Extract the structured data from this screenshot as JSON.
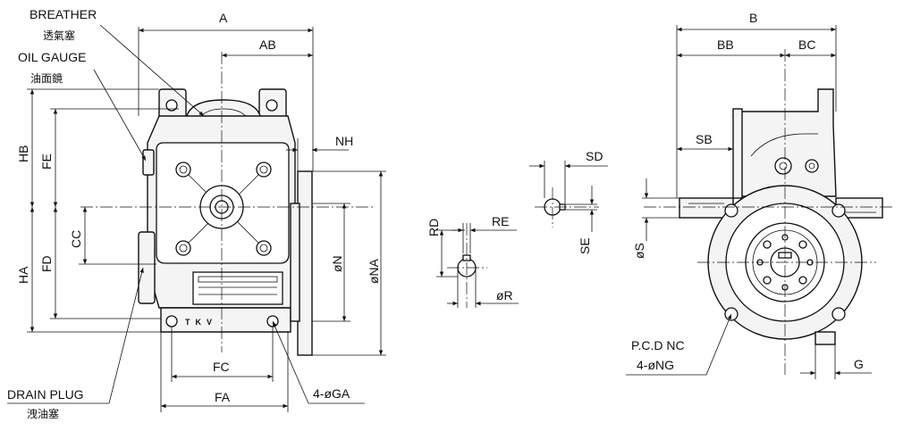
{
  "callouts": {
    "breather_en": "BREATHER",
    "breather_cn": "透氣塞",
    "oil_gauge_en": "OIL GAUGE",
    "oil_gauge_cn": "油面鏡",
    "drain_plug_en": "DRAIN PLUG",
    "drain_plug_cn": "洩油塞",
    "pcd": "P.C.D NC",
    "flange_holes": "4-øNG",
    "foot_holes": "4-øGA"
  },
  "dimensions": {
    "A": "A",
    "AB": "AB",
    "HB": "HB",
    "FE": "FE",
    "NH": "NH",
    "CC": "CC",
    "FD": "FD",
    "HA": "HA",
    "N": "øN",
    "NA": "øNA",
    "FC": "FC",
    "FA": "FA",
    "RD": "RD",
    "RE": "RE",
    "R": "øR",
    "SD": "SD",
    "SE": "SE",
    "B": "B",
    "BB": "BB",
    "BC": "BC",
    "SB": "SB",
    "S": "øS",
    "G": "G"
  },
  "nameplate": "TKV"
}
